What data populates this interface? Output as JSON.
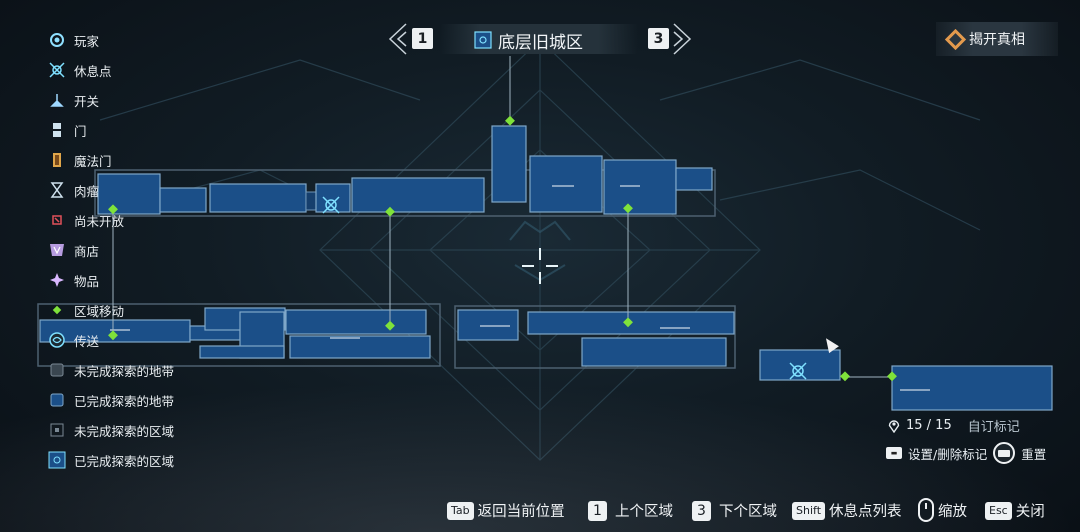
{
  "area": {
    "title": "底层旧城区",
    "prev_key": "1",
    "next_key": "3"
  },
  "reveal": {
    "label": "揭开真相"
  },
  "legend": [
    {
      "icon": "player-icon",
      "label": "玩家"
    },
    {
      "icon": "rest-point-icon",
      "label": "休息点"
    },
    {
      "icon": "switch-icon",
      "label": "开关"
    },
    {
      "icon": "door-icon",
      "label": "门"
    },
    {
      "icon": "magic-door-icon",
      "label": "魔法门"
    },
    {
      "icon": "flesh-growth-icon",
      "label": "肉瘤"
    },
    {
      "icon": "not-open-icon",
      "label": "尚未开放"
    },
    {
      "icon": "shop-icon",
      "label": "商店"
    },
    {
      "icon": "item-icon",
      "label": "物品"
    },
    {
      "icon": "area-move-icon",
      "label": "区域移动"
    },
    {
      "icon": "teleport-icon",
      "label": "传送"
    },
    {
      "icon": "unexplored-zone-icon",
      "label": "未完成探索的地带"
    },
    {
      "icon": "explored-zone-icon",
      "label": "已完成探索的地带"
    },
    {
      "icon": "unexplored-region-icon",
      "label": "未完成探索的区域"
    },
    {
      "icon": "explored-region-icon",
      "label": "已完成探索的区域"
    }
  ],
  "markers": {
    "count": "15 / 15",
    "label": "自订标记",
    "set_delete_label": "设置/删除标记",
    "reset_label": "重置"
  },
  "hints": {
    "tab_key": "Tab",
    "tab_label": "返回当前位置",
    "prev_key": "1",
    "prev_label": "上个区域",
    "next_key": "3",
    "next_label": "下个区域",
    "shift_key": "Shift",
    "shift_label": "休息点列表",
    "zoom_label": "缩放",
    "esc_key": "Esc",
    "esc_label": "关闭"
  },
  "colors": {
    "explored_region": "#1b4f88",
    "area_move_point": "#7fe23a",
    "reveal_accent": "#e39a4d"
  }
}
